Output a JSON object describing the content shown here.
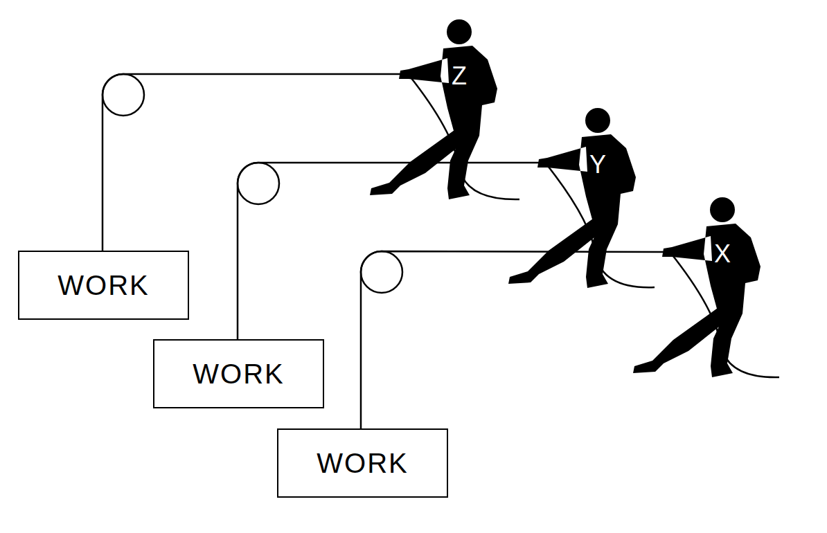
{
  "diagram": {
    "nodes": [
      {
        "text": [
          "Z"
        ]
      },
      {
        "text": [
          "Y"
        ]
      },
      {
        "text": [
          "X"
        ]
      },
      {
        "text": [
          "WORK"
        ]
      },
      {
        "text": [
          "WORK"
        ]
      },
      {
        "text": [
          "WORK"
        ]
      }
    ],
    "edges": [
      {
        "from": 0,
        "to": 3,
        "arrow": "none"
      },
      {
        "from": 1,
        "to": 4,
        "arrow": "none"
      },
      {
        "from": 2,
        "to": 5,
        "arrow": "none"
      }
    ]
  }
}
